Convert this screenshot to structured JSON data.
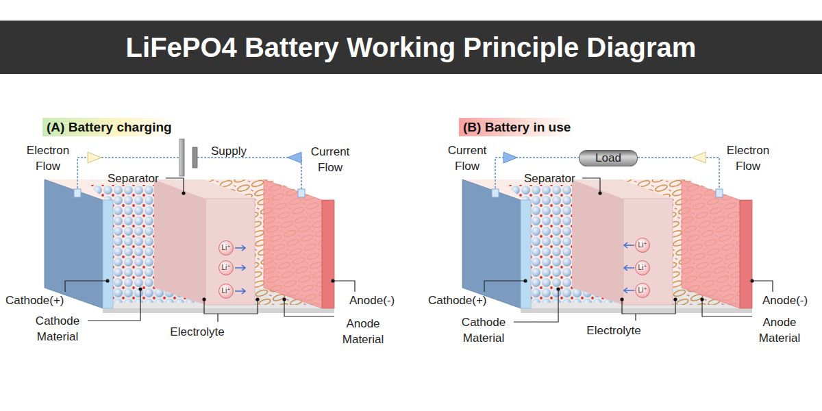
{
  "diagram": {
    "title": "LiFePO4 Battery Working Principle Diagram",
    "nodes": [
      {
        "text": [
          "(A) Battery charging"
        ]
      },
      {
        "text": [
          "Li⁺"
        ]
      },
      {
        "text": [
          "Li⁺"
        ]
      },
      {
        "text": [
          "Li⁺"
        ]
      },
      {
        "text": [
          "(B) Battery in use"
        ]
      },
      {
        "text": [
          "Load"
        ]
      },
      {
        "text": [
          "Li⁺"
        ]
      },
      {
        "text": [
          "Li⁺"
        ]
      },
      {
        "text": [
          "Li⁺"
        ]
      }
    ],
    "labels": [
      "Electron Flow",
      "Supply",
      "Current Flow",
      "Separator",
      "Cathode(+)",
      "Cathode Material",
      "Electrolyte",
      "Anode(-)",
      "Anode Material",
      "Current Flow",
      "Electron Flow",
      "Separator",
      "Cathode(+)",
      "Cathode Material",
      "Electrolyte",
      "Anode(-)",
      "Anode Material"
    ]
  }
}
